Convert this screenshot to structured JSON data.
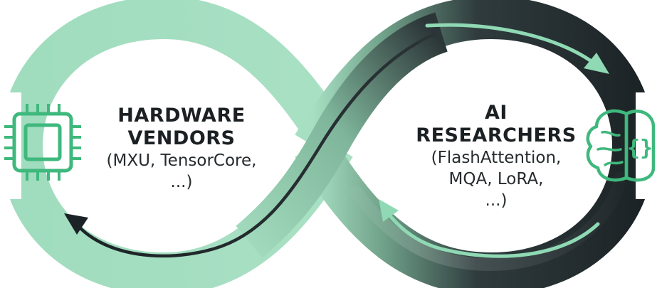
{
  "left_node": {
    "title_line1": "HARDWARE",
    "title_line2": "VENDORS",
    "sub_line1": "(MXU, TensorCore,",
    "sub_line2": "...)",
    "icon": "cpu-chip-icon"
  },
  "right_node": {
    "title_line1": "AI",
    "title_line2": "RESEARCHERS",
    "sub_line1": "(FlashAttention,",
    "sub_line2": "MQA, LoRA,",
    "sub_line3": "...)",
    "icon": "brain-code-icon"
  },
  "colors": {
    "mint": "#9fdcbd",
    "mint_light": "#c4ecd8",
    "dark": "#1c2326",
    "icon_green": "#3fb87d",
    "text": "#1b2023"
  }
}
